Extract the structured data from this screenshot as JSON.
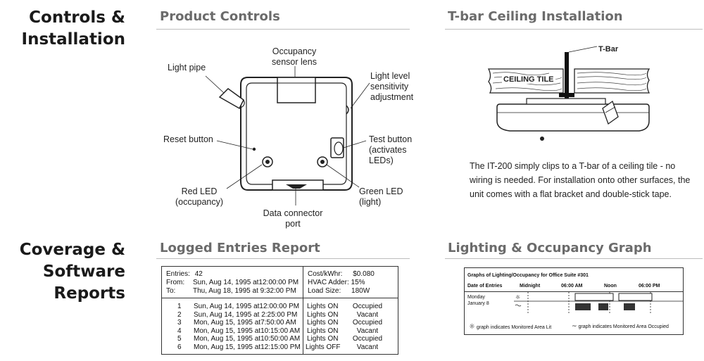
{
  "side": {
    "controls_line1": "Controls &",
    "controls_line2": "Installation",
    "coverage_line1": "Coverage &",
    "coverage_line2": "Software",
    "coverage_line3": "Reports"
  },
  "sections": {
    "product_controls": "Product Controls",
    "tbar": "T-bar Ceiling Installation",
    "logged": "Logged Entries Report",
    "graph": "Lighting & Occupancy Graph"
  },
  "controls_labels": {
    "occ1": "Occupancy",
    "occ2": "sensor lens",
    "pipe": "Light pipe",
    "lvl1": "Light level",
    "lvl2": "sensitivity",
    "lvl3": "adjustment",
    "reset": "Reset button",
    "test1": "Test button",
    "test2": "(activates",
    "test3": "LEDs)",
    "red1": "Red LED",
    "red2": "(occupancy)",
    "green1": "Green LED",
    "green2": "(light)",
    "data1": "Data connector",
    "data2": "port"
  },
  "tbar": {
    "tbar_label": "T-Bar",
    "tile_label": "CEILING TILE",
    "desc1": "The IT-200 simply clips to a T-bar of a ceiling tile - no",
    "desc2": "wiring is needed. For installation onto other surfaces, the",
    "desc3": "unit comes with a flat bracket and double-stick tape."
  },
  "report": {
    "entries_label": "Entries:",
    "entries_val": "42",
    "from_label": "From:",
    "from_val": "Sun, Aug 14, 1995 at12:00:00 PM",
    "to_label": "To:",
    "to_val": "Thu, Aug 18, 1995 at 9:32:00 PM",
    "cost_label": "Cost/kWhr:",
    "cost_val": "$0.080",
    "hvac": "HVAC Adder: 15%",
    "load_label": "Load Size:",
    "load_val": "180W",
    "rows": [
      {
        "n": "1",
        "date": "Sun, Aug 14, 1995 at12:00:00 PM",
        "lights": "Lights ON",
        "occ": "Occupied"
      },
      {
        "n": "2",
        "date": "Sun, Aug 14, 1995 at 2:25:00 PM",
        "lights": "Lights ON",
        "occ": "Vacant"
      },
      {
        "n": "3",
        "date": "Mon, Aug 15, 1995 at7:50:00 AM",
        "lights": "Lights ON",
        "occ": "Occupied"
      },
      {
        "n": "4",
        "date": "Mon, Aug 15, 1995 at10:15:00 AM",
        "lights": "Lights ON",
        "occ": "Vacant"
      },
      {
        "n": "5",
        "date": "Mon, Aug 15, 1995 at10:50:00 AM",
        "lights": "Lights ON",
        "occ": "Occupied"
      },
      {
        "n": "6",
        "date": "Mon, Aug 15, 1995 at12:15:00 PM",
        "lights": "Lights OFF",
        "occ": "Vacant"
      }
    ]
  },
  "graph": {
    "title": "Graphs of Lighting/Occupancy for Office Suite #301",
    "date_header": "Date of Entries",
    "midnight": "Midnight",
    "six_am": "06:00 AM",
    "noon": "Noon",
    "six_pm": "06:00 PM",
    "day": "Monday",
    "date": "January 8",
    "legend_lit": "graph indicates Monitored Area Lit",
    "legend_occ": "graph indicates Monitored Area Occupied"
  }
}
